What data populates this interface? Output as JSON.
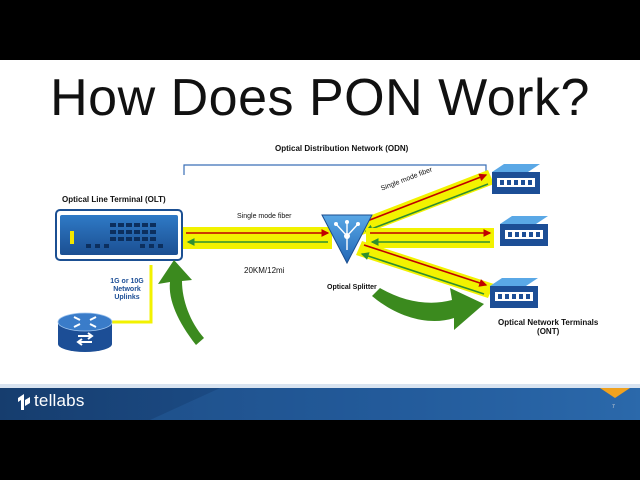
{
  "slide": {
    "title": "How Does PON Work?"
  },
  "diagram": {
    "odn_label": "Optical Distribution Network (ODN)",
    "olt_label": "Optical Line Terminal (OLT)",
    "fiber_label_1": "Single mode fiber",
    "fiber_label_2": "Single mode fiber",
    "distance_label": "20KM/12mi",
    "splitter_label": "Optical Splitter",
    "uplinks_label": "1G or 10G Network Uplinks",
    "ont_label_line1": "Optical Network Terminals",
    "ont_label_line2": "(ONT)"
  },
  "footer": {
    "brand": "tellabs",
    "page_number": "7",
    "accent_color": "#f0a21f",
    "bar_color": "#1b4a82"
  },
  "colors": {
    "fiber_yellow": "#f2f200",
    "downstream_red": "#c00000",
    "upstream_green": "#2f8f2f",
    "arrow_green": "#3b8a1e",
    "device_blue": "#1c4e96"
  },
  "icons": [
    "router-icon",
    "olt-device",
    "optical-splitter-icon",
    "ont-device"
  ]
}
